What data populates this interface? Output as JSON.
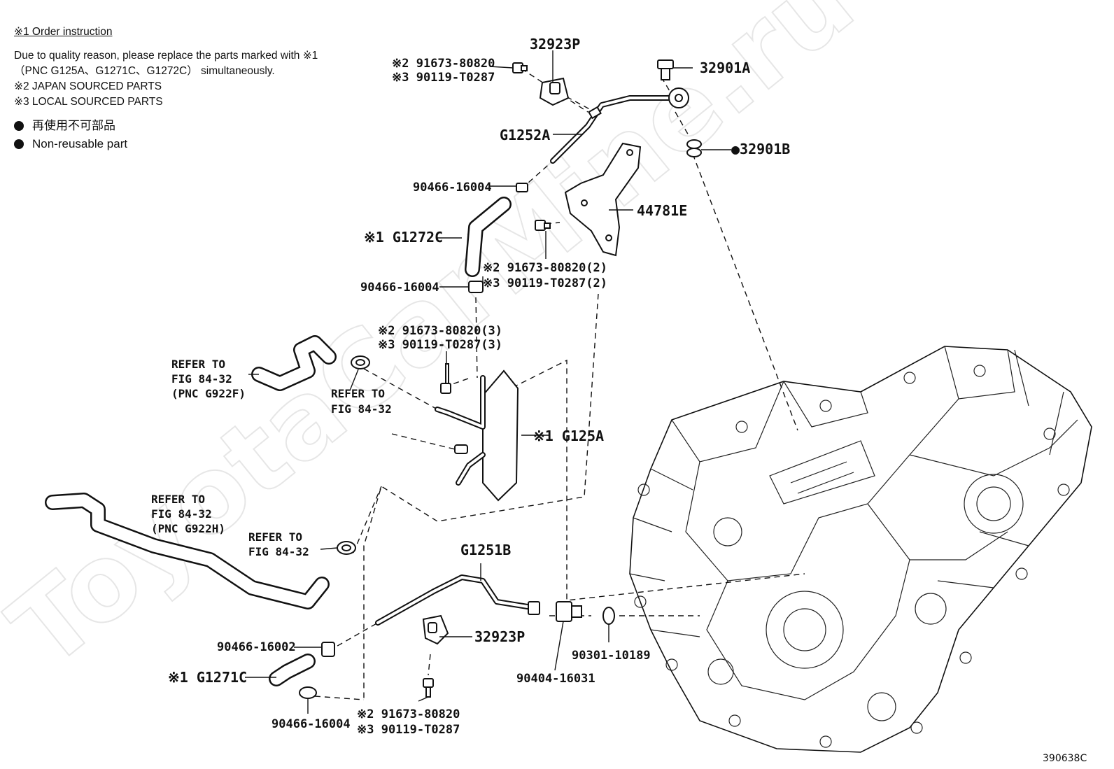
{
  "notes": {
    "header": "※1 Order instruction",
    "line1": "Due to quality reason, please replace the parts marked with ※1",
    "line2": "（PNC G125A、G1271C、G1272C） simultaneously.",
    "line3": "※2 JAPAN SOURCED PARTS",
    "line4": "※3 LOCAL SOURCED PARTS",
    "legend_jp": "再使用不可部品",
    "legend_en": "Non-reusable part"
  },
  "watermark": "ToyotaCarMine.ru",
  "diagram_id": "390638C",
  "labels": {
    "p32923P_top": "32923P",
    "bolt_top_jp": "※2 91673-80820",
    "bolt_top_loc": "※3 90119-T0287",
    "p32901A": "32901A",
    "p32901B": "●32901B",
    "pG1252A": "G1252A",
    "clamp_1": "90466-16004",
    "p44781E": "44781E",
    "pG1272C": "※1 G1272C",
    "bolt2_jp": "※2 91673-80820(2)",
    "bolt2_loc": "※3 90119-T0287(2)",
    "clamp_2": "90466-16004",
    "bolt3_jp": "※2 91673-80820(3)",
    "bolt3_loc": "※3 90119-T0287(3)",
    "refer_a_1": "REFER TO",
    "refer_a_2": "FIG 84-32",
    "refer_a_3": "(PNC G922F)",
    "refer_b_1": "REFER TO",
    "refer_b_2": "FIG 84-32",
    "pG125A": "※1 G125A",
    "refer_c_1": "REFER TO",
    "refer_c_2": "FIG 84-32",
    "refer_c_3": "(PNC G922H)",
    "refer_d_1": "REFER TO",
    "refer_d_2": "FIG 84-32",
    "pG1251B": "G1251B",
    "p32923P_bot": "32923P",
    "clamp_3": "90466-16002",
    "pG1271C": "※1 G1271C",
    "clamp_4": "90466-16004",
    "bolt4_jp": "※2 91673-80820",
    "bolt4_loc": "※3 90119-T0287",
    "p90404": "90404-16031",
    "p90301": "90301-10189"
  }
}
